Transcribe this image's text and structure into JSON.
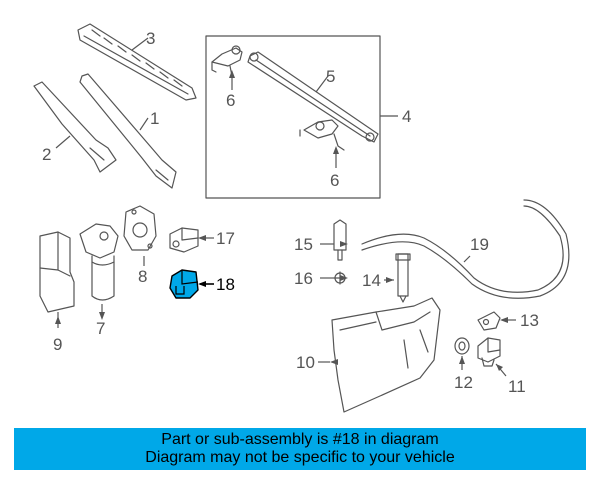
{
  "callouts": [
    "1",
    "2",
    "3",
    "4",
    "5",
    "6",
    "6",
    "7",
    "8",
    "9",
    "10",
    "11",
    "12",
    "13",
    "14",
    "15",
    "16",
    "17",
    "18",
    "19"
  ],
  "highlight_part": "18",
  "colors": {
    "banner": "#00a8e8",
    "highlight": "#00a8e8",
    "line": "#555555"
  },
  "banner": {
    "line1": "Part or sub-assembly is #18 in diagram",
    "line2": "Diagram may not be specific to your vehicle"
  }
}
